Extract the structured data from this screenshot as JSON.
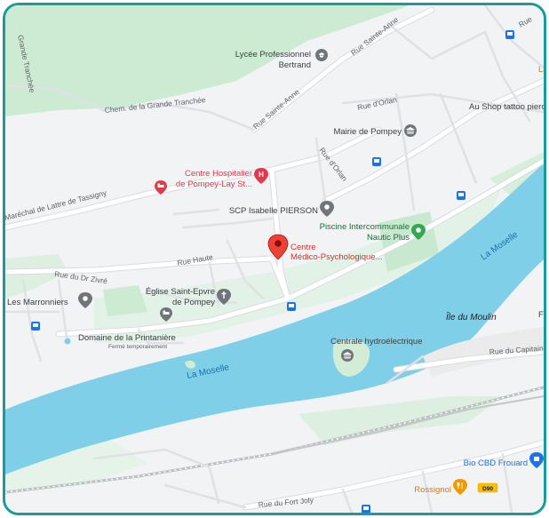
{
  "streets": {
    "grande_tranchee": "Grande Tranchée",
    "chem_grande_tranchee": "Chem. de la Grande Tranchée",
    "rue_sainte_anne_top": "Rue Sainte-Anne",
    "rue_sainte_anne_mid": "Rue Sainte-Anne",
    "rue_orlan_top": "Rue d'Orlan",
    "rue_orlan_mid": "Rue d'Orlan",
    "marechal": "Maréchal de Lattre de Tassigny",
    "rue_haute": "Rue Haute",
    "rue_dr_zivre": "Rue du Dr Zivré",
    "rue_capitaine": "Rue du Capitaine",
    "rue_fort_joly": "Rue du Fort Joly",
    "rue_top_right": "Rue"
  },
  "places": {
    "lycee_line1": "Lycée Professionnel",
    "lycee_line2": "Bertrand",
    "mairie": "Mairie de Pompey",
    "au_shop": "Au Shop tattoo pierc",
    "hospital_line1": "Centre Hospitalier",
    "hospital_line2": "de Pompey-Lay St...",
    "scp": "SCP Isabelle PIERSON",
    "piscine_line1": "Piscine Intercommunale",
    "piscine_line2": "Nautic Plus",
    "medical_line1": "Centre",
    "medical_line2": "Médico-Psychologique...",
    "eglise_line1": "Église Saint-Epvre",
    "eglise_line2": "de Pompey",
    "marronniers": "Les Marronniers",
    "domaine": "Domaine de la Printanière",
    "domaine_status": "Fermé temporairement",
    "centrale": "Centrale hydroélectrique",
    "ile_moulin": "Île du Moulin",
    "bio_cbd": "Bio CBD Frouard",
    "rossignol": "Rossignol",
    "edge_letter_right": "La",
    "edge_letter_right2": "F"
  },
  "water": {
    "moselle_left": "La Moselle",
    "moselle_right": "La Moselle"
  },
  "road_shields": {
    "d90": "D90"
  },
  "colors": {
    "frame_border": "#1a9a9a",
    "land": "#f1f3f4",
    "water": "#7fcfe8",
    "park": "#cdebd3",
    "road": "#ffffff",
    "road_outline": "#dadce0",
    "pin_red": "#ea4335",
    "place_grey": "#70757a",
    "transit_blue": "#1a73e8",
    "hospital_pink": "#e5384b",
    "food_orange": "#f29900",
    "park_green": "#34a853"
  },
  "icons": {
    "selected_pin": "location-pin-icon",
    "school": "school-icon",
    "town_hall": "town-hall-icon",
    "hospital": "hospital-icon",
    "hotel": "hotel-bed-icon",
    "church": "church-cross-icon",
    "park": "park-tree-icon",
    "bus": "bus-stop-icon",
    "restaurant": "restaurant-icon",
    "shop": "shopping-bag-icon",
    "landmark": "landmark-icon"
  }
}
